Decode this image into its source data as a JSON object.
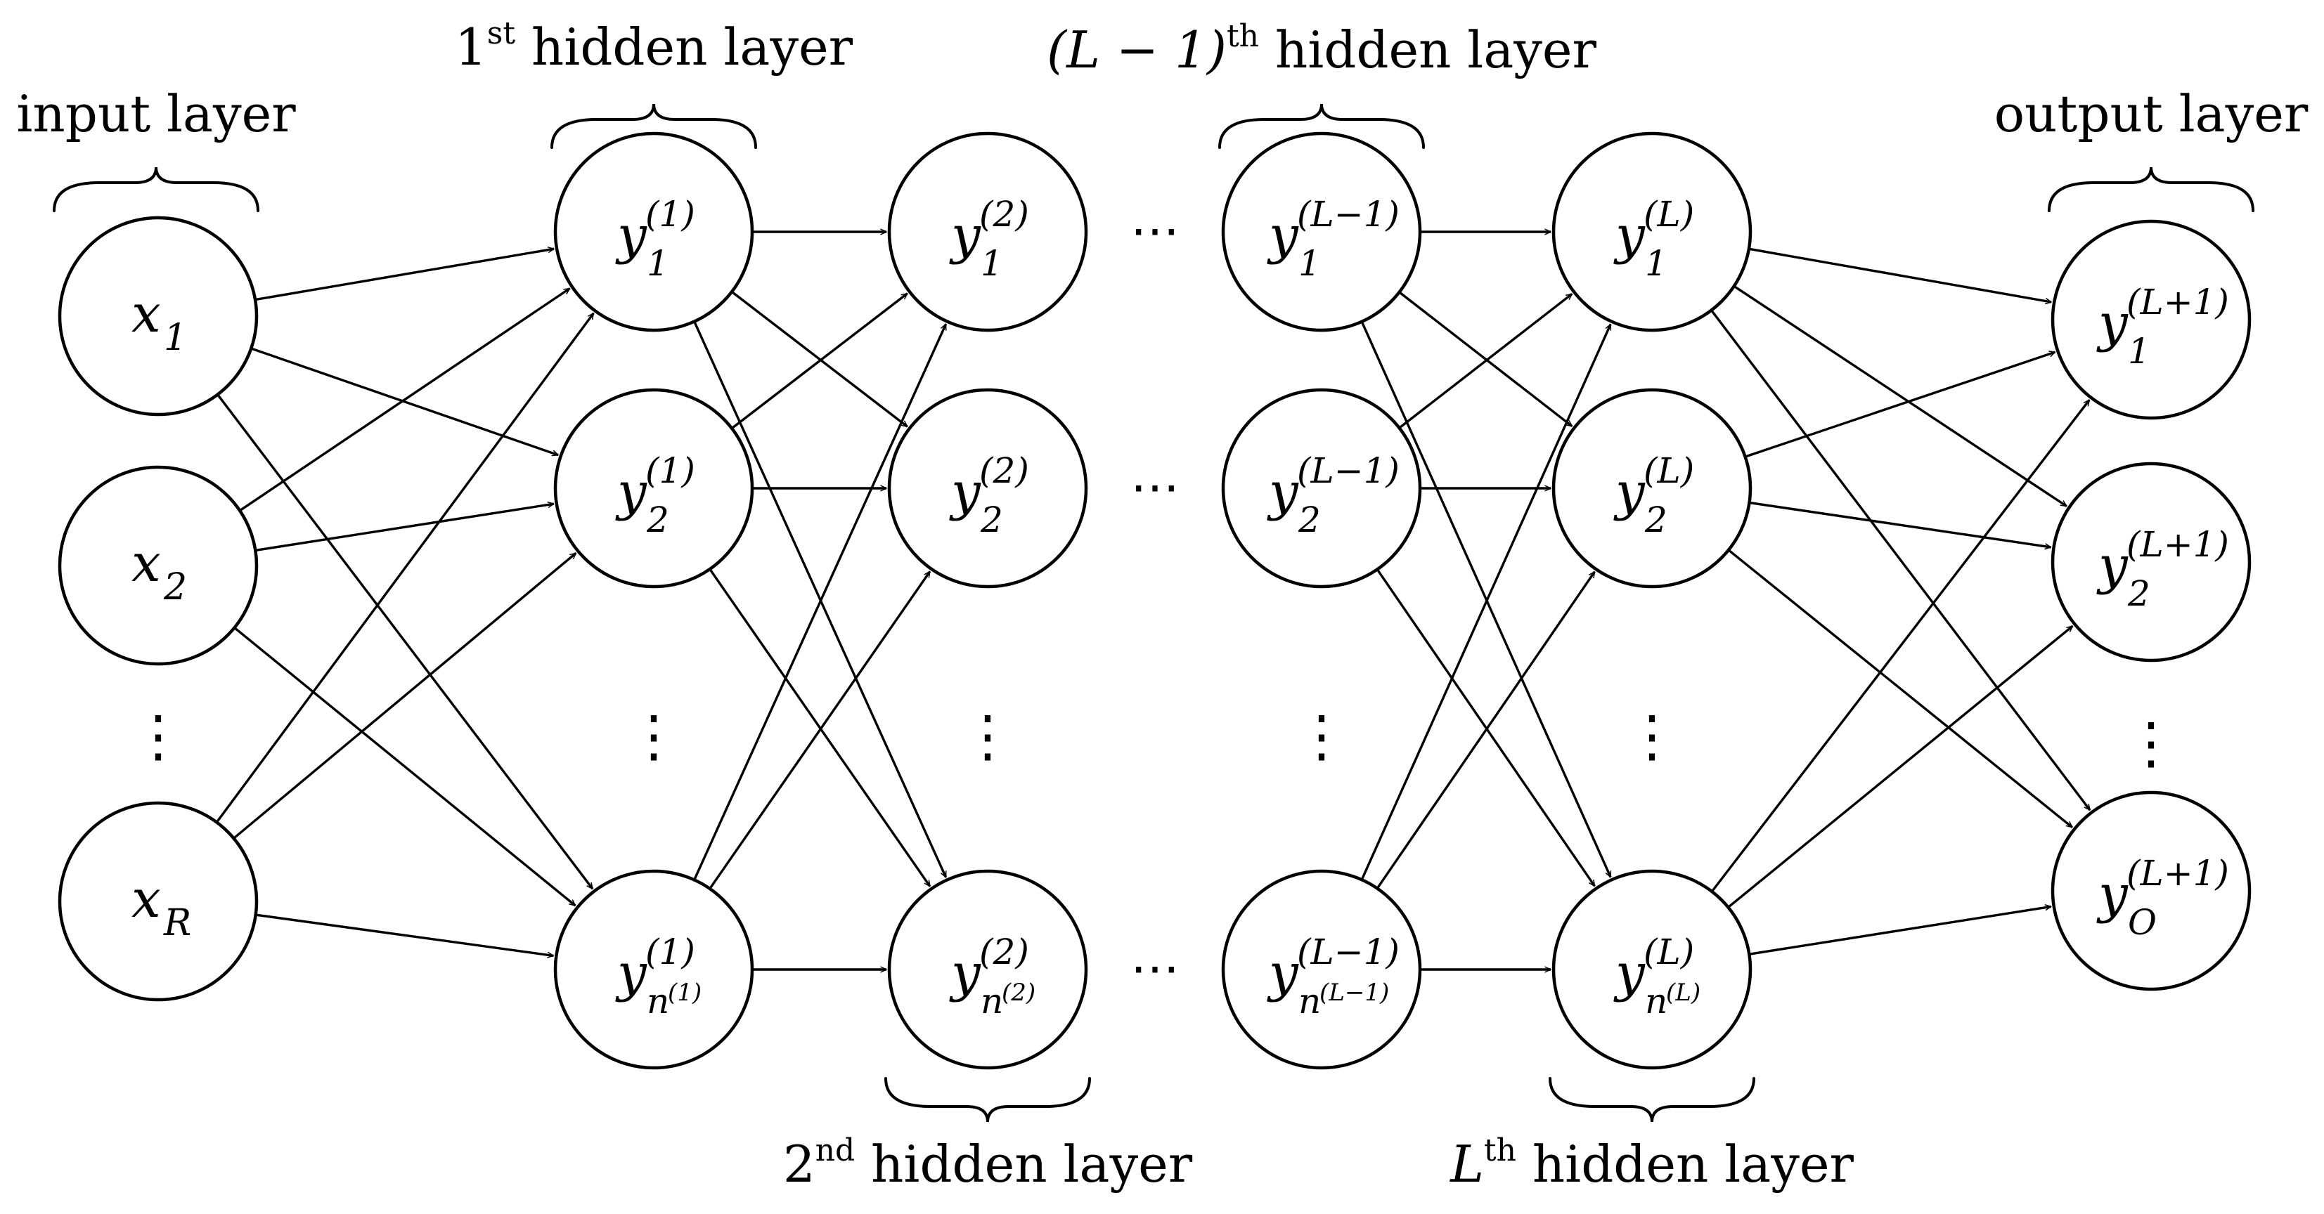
{
  "layers": [
    {
      "label": "input layer"
    },
    {
      "sup": "st",
      "label": "hidden layer"
    },
    {
      "sup": "nd",
      "label": "hidden layer"
    },
    {
      "sup": "th",
      "label": "hidden layer"
    },
    {
      "sup": "th",
      "label": "hidden layer"
    },
    {
      "label": "output layer"
    }
  ],
  "layer_label_prefixes": [
    "1",
    "2",
    "(L − 1)",
    "L"
  ],
  "nodes": {
    "input": [
      {
        "var": "x",
        "sub": "1"
      },
      {
        "var": "x",
        "sub": "2"
      },
      {
        "var": "x",
        "sub": "R"
      }
    ],
    "hidden1": [
      {
        "var": "y",
        "sub": "1",
        "sup": "(1)"
      },
      {
        "var": "y",
        "sub": "2",
        "sup": "(1)"
      },
      {
        "var": "y",
        "sub": "n",
        "subsup": "(1)",
        "sup": "(1)"
      }
    ],
    "hidden2": [
      {
        "var": "y",
        "sub": "1",
        "sup": "(2)"
      },
      {
        "var": "y",
        "sub": "2",
        "sup": "(2)"
      },
      {
        "var": "y",
        "sub": "n",
        "subsup": "(2)",
        "sup": "(2)"
      }
    ],
    "hiddenLm1": [
      {
        "var": "y",
        "sub": "1",
        "sup": "(L−1)"
      },
      {
        "var": "y",
        "sub": "2",
        "sup": "(L−1)"
      },
      {
        "var": "y",
        "sub": "n",
        "subsup": "(L−1)",
        "sup": "(L−1)"
      }
    ],
    "hiddenL": [
      {
        "var": "y",
        "sub": "1",
        "sup": "(L)"
      },
      {
        "var": "y",
        "sub": "2",
        "sup": "(L)"
      },
      {
        "var": "y",
        "sub": "n",
        "subsup": "(L)",
        "sup": "(L)"
      }
    ],
    "output": [
      {
        "var": "y",
        "sub": "1",
        "sup": "(L+1)"
      },
      {
        "var": "y",
        "sub": "2",
        "sup": "(L+1)"
      },
      {
        "var": "y",
        "sub": "O",
        "sup": "(L+1)"
      }
    ]
  },
  "ellipsis_vertical": "⋮",
  "ellipsis_horizontal": "⋯"
}
